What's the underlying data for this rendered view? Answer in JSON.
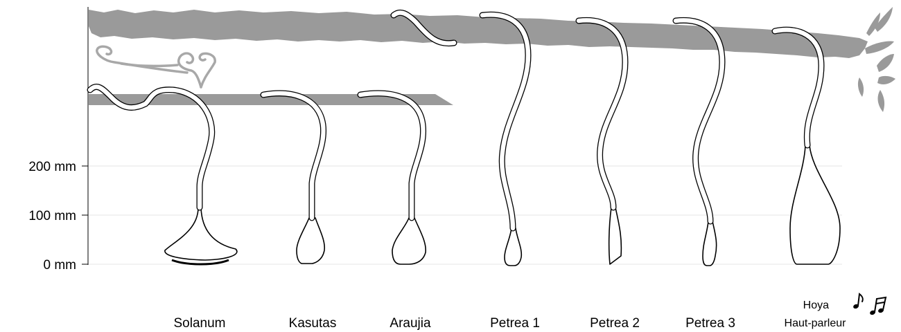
{
  "axis": {
    "ticks": [
      {
        "value": 200,
        "label": "200 mm"
      },
      {
        "value": 100,
        "label": "100 mm"
      },
      {
        "value": 0,
        "label": "0 mm"
      }
    ]
  },
  "plants": [
    {
      "id": "solanum",
      "label": "Solanum"
    },
    {
      "id": "kasutas",
      "label": "Kasutas"
    },
    {
      "id": "araujia",
      "label": "Araujia"
    },
    {
      "id": "petrea1",
      "label": "Petrea 1"
    },
    {
      "id": "petrea2",
      "label": "Petrea 2"
    },
    {
      "id": "petrea3",
      "label": "Petrea 3"
    },
    {
      "id": "hoya",
      "label_line1": "Hoya",
      "label_line2": "Haut-parleur"
    }
  ],
  "icons": {
    "music_notes": "music-notes-icon",
    "leaves": "leaves-icon",
    "tendril": "tendril-spiral-icon"
  },
  "colors": {
    "vine": "#9a9a9a",
    "outline": "#000000",
    "background": "#ffffff"
  }
}
